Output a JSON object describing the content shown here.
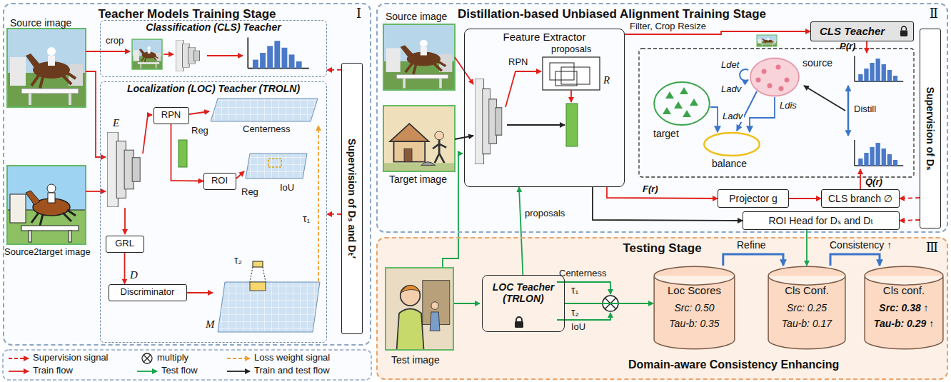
{
  "diagram": {
    "nodes": [
      {
        "text": [
          "Teacher Models Training Stage",
          "Ⅰ"
        ]
      },
      {
        "text": [
          "Classification (CLS) Teacher"
        ],
        "in": 0
      },
      {
        "text": [
          "Localization (LOC) Teacher (TROLN)"
        ],
        "in": 0
      },
      {
        "text": [
          "RPN"
        ],
        "in": 2
      },
      {
        "text": [
          "ROI"
        ],
        "in": 2
      },
      {
        "text": [
          "GRL"
        ],
        "in": 2
      },
      {
        "text": [
          "Discriminator"
        ],
        "in": 2
      },
      {
        "text": [
          "Supervision of Dₛ and Dₜ′"
        ],
        "in": 0
      },
      {
        "text": [
          "Distillation-based Unbiased Alignment Training Stage",
          "Ⅱ"
        ]
      },
      {
        "text": [
          "Feature Extractor"
        ],
        "in": 8
      },
      {
        "text": [
          "CLS Teacher"
        ],
        "in": 8
      },
      {
        "text": [
          "target"
        ],
        "in": 8
      },
      {
        "text": [
          "source"
        ],
        "in": 8
      },
      {
        "text": [
          "balance"
        ],
        "in": 8
      },
      {
        "text": [
          "Projector g"
        ],
        "in": 8
      },
      {
        "text": [
          "CLS branch ∅"
        ],
        "in": 8
      },
      {
        "text": [
          "ROI Head for Dₛ and Dₜ"
        ],
        "in": 8
      },
      {
        "text": [
          "Supervision of Dₛ"
        ],
        "in": 8
      },
      {
        "text": [
          "Testing Stage",
          "Ⅲ"
        ]
      },
      {
        "text": [
          "LOC Teacher (TRLON)"
        ],
        "in": 18
      },
      {
        "text": [
          "Loc Scores",
          "Src: 0.50",
          "Tau-b: 0.35"
        ],
        "in": 18
      },
      {
        "text": [
          "Cls Conf.",
          "Src: 0.25",
          "Tau-b: 0.17"
        ],
        "in": 18
      },
      {
        "text": [
          "Cls conf.",
          "Src: 0.38 ↑",
          "Tau-b: 0.29 ↑"
        ],
        "in": 18
      }
    ],
    "edges": [
      {
        "from": 7,
        "to": 1,
        "arrow": "to"
      },
      {
        "from": 7,
        "to": 2,
        "arrow": "to"
      },
      {
        "from": 3,
        "to": 4,
        "arrow": "to"
      },
      {
        "from": 5,
        "to": 6,
        "arrow": "to"
      },
      {
        "from": 9,
        "to": 10,
        "label": "Filter, Crop Resize",
        "arrow": "to"
      },
      {
        "from": 11,
        "to": 13,
        "label": "Ladv",
        "arrow": "to"
      },
      {
        "from": 12,
        "to": 13,
        "label": "Ldis",
        "arrow": "to"
      },
      {
        "from": 14,
        "to": 15,
        "arrow": "to"
      },
      {
        "from": 9,
        "to": 14,
        "arrow": "to"
      },
      {
        "from": 9,
        "to": 16,
        "arrow": "to"
      },
      {
        "from": 17,
        "to": 15,
        "arrow": "to"
      },
      {
        "from": 17,
        "to": 16,
        "arrow": "to"
      },
      {
        "from": 19,
        "to": 9,
        "label": "proposals",
        "arrow": "to"
      },
      {
        "from": 16,
        "to": 21,
        "arrow": "to"
      },
      {
        "from": 19,
        "to": 20,
        "arrow": "to"
      },
      {
        "from": 20,
        "to": 21,
        "label": "Refine",
        "arrow": "to"
      },
      {
        "from": 21,
        "to": 22,
        "label": "Consistency ↑",
        "arrow": "to"
      }
    ],
    "labels": [
      "Source image",
      "Source2target image",
      "crop",
      "E",
      "Reg",
      "Centerness",
      "Reg",
      "IoU",
      "D",
      "M",
      "τ₁",
      "τ₂",
      "Source image",
      "Target image",
      "RPN",
      "proposals",
      "R",
      "P(r)",
      "Q(r)",
      "F(r)",
      "Ldet",
      "Ladv",
      "Distill",
      "Test image",
      "Centerness",
      "τ₁",
      "τ₂",
      "IoU",
      "Domain-aware Consistency Enhancing"
    ],
    "legend": [
      {
        "text": "Supervision signal"
      },
      {
        "text": "multiply"
      },
      {
        "text": "Loss weight signal"
      },
      {
        "text": "Train flow"
      },
      {
        "text": "Test flow"
      },
      {
        "text": "Train and test flow"
      }
    ]
  }
}
